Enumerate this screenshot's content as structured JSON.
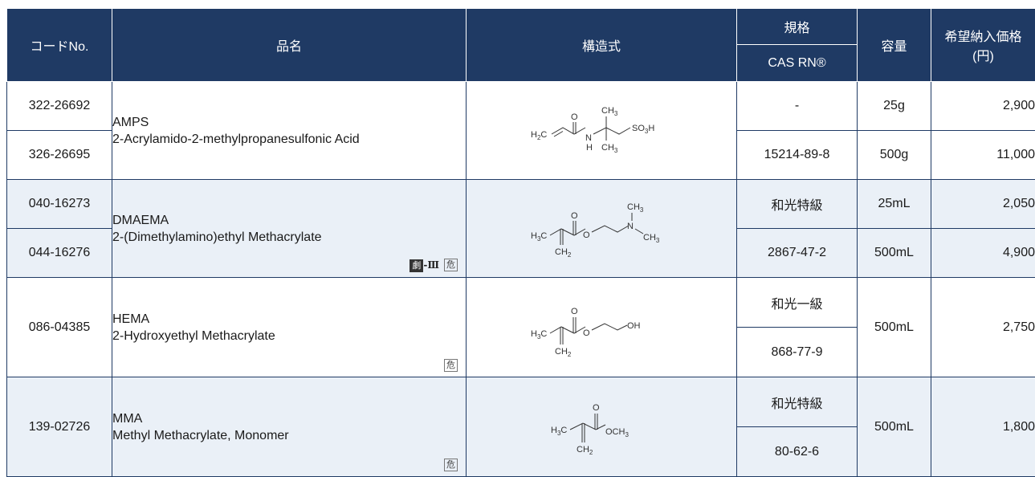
{
  "header": {
    "code": "コードNo.",
    "name": "品名",
    "structure": "構造式",
    "grade": "規格",
    "cas": "CAS RN®",
    "volume": "容量",
    "price": "希望納入価格",
    "price_unit": "(円)"
  },
  "products": [
    {
      "abbr": "AMPS",
      "full": "2-Acrylamido-2-methylpropanesulfonic Acid",
      "codes": [
        "322-26692",
        "326-26695"
      ],
      "grade": "-",
      "cas": "15214-89-8",
      "volumes": [
        "25g",
        "500g"
      ],
      "prices": [
        "2,900",
        "11,000"
      ],
      "structure_labels": {
        "h2c": "H",
        "h2c_2": "2",
        "h2c_c": "C",
        "o": "O",
        "n": "N",
        "h": "H",
        "ch3a": "CH",
        "ch3a_3": "3",
        "ch3b": "CH",
        "ch3b_3": "3",
        "so3h": "SO",
        "so3h_3": "3",
        "so3h_h": "H"
      }
    },
    {
      "abbr": "DMAEMA",
      "full": "2-(Dimethylamino)ethyl Methacrylate",
      "codes": [
        "040-16273",
        "044-16276"
      ],
      "grade": "和光特級",
      "cas": "2867-47-2",
      "volumes": [
        "25mL",
        "500mL"
      ],
      "prices": [
        "2,050",
        "4,900"
      ],
      "marks": [
        "劇",
        "-Ⅲ",
        "危"
      ],
      "structure_labels": {
        "h3c": "H",
        "h3c_3": "3",
        "h3c_c": "C",
        "o1": "O",
        "o2": "O",
        "n": "N",
        "ch3a": "CH",
        "ch3a_3": "3",
        "ch3b": "CH",
        "ch3b_3": "3",
        "ch2": "CH",
        "ch2_2": "2"
      }
    },
    {
      "abbr": "HEMA",
      "full": "2-Hydroxyethyl Methacrylate",
      "code": "086-04385",
      "grade": "和光一級",
      "cas": "868-77-9",
      "volume": "500mL",
      "price": "2,750",
      "marks": [
        "危"
      ],
      "structure_labels": {
        "h3c": "H",
        "h3c_3": "3",
        "h3c_c": "C",
        "o1": "O",
        "o2": "O",
        "oh": "OH",
        "ch2": "CH",
        "ch2_2": "2"
      }
    },
    {
      "abbr": "MMA",
      "full": "Methyl Methacrylate, Monomer",
      "code": "139-02726",
      "grade": "和光特級",
      "cas": "80-62-6",
      "volume": "500mL",
      "price": "1,800",
      "marks": [
        "危"
      ],
      "structure_labels": {
        "h3c": "H",
        "h3c_3": "3",
        "h3c_c": "C",
        "o1": "O",
        "och3": "OCH",
        "och3_3": "3",
        "ch2": "CH",
        "ch2_2": "2"
      }
    }
  ]
}
